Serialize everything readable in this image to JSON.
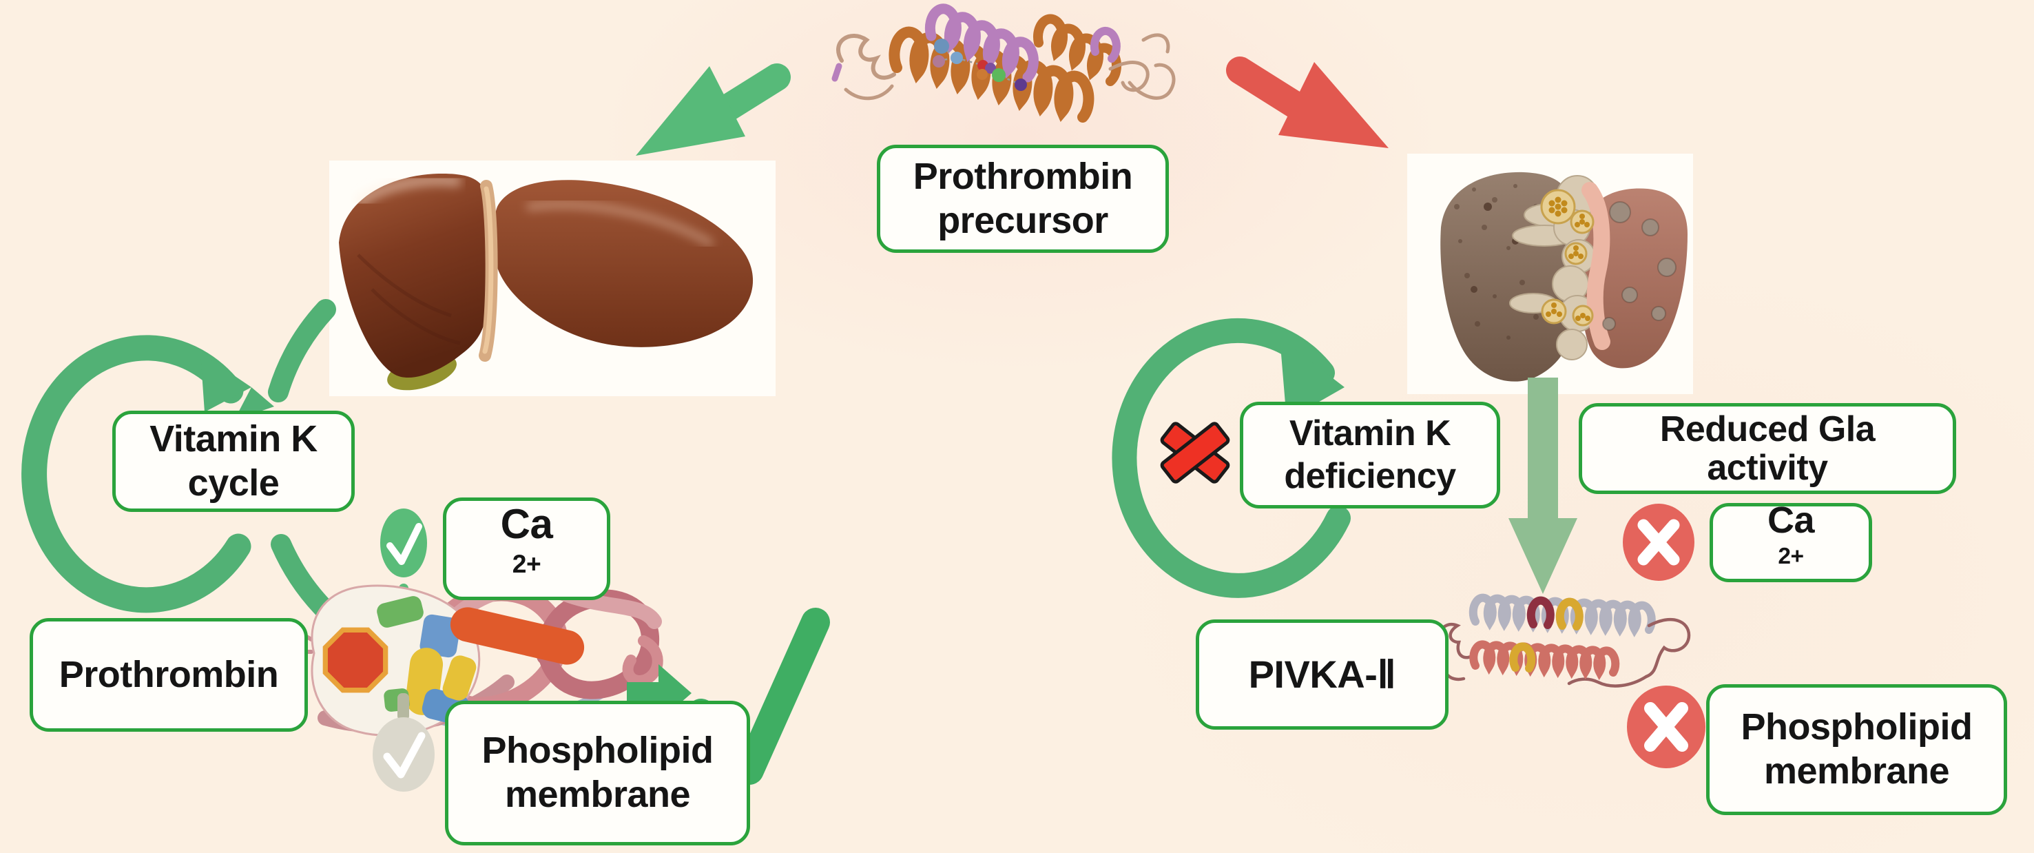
{
  "figure": {
    "kind": "vitamin-k-prothrombin-pivka-diagram",
    "background": "#fcf0e2",
    "box_border_green": "#2aa33c",
    "cycle_green": "#52b175",
    "check_green": "#3fae63",
    "arrow_green": "#57ba79",
    "arrow_red": "#e2584f",
    "badge_red": "#e4645c",
    "cross_red": "#ee3124",
    "muted_badge_gray": "#dbd8cc",
    "text_color": "#151515"
  },
  "boxes": {
    "precursor": {
      "line1": "Prothrombin",
      "line2": "precursor"
    },
    "vk_cycle": {
      "line1": "Vitamin K",
      "line2": "cycle"
    },
    "ca_left": {
      "base": "Ca",
      "sup": "2+"
    },
    "prothrombin": {
      "label": "Prothrombin"
    },
    "membrane_left": {
      "line1": "Phospholipid",
      "line2": "membrane"
    },
    "vk_deficiency": {
      "line1": "Vitamin K",
      "line2": "deficiency"
    },
    "reduced_gla": {
      "line1": "Reduced Gla",
      "line2": "activity"
    },
    "ca_right": {
      "base": "Ca",
      "sup": "2+"
    },
    "pivka": {
      "label": "PIVKA-Ⅱ"
    },
    "membrane_right": {
      "line1": "Phospholipid",
      "line2": "membrane"
    }
  },
  "icons": {
    "top_left_arrow": "green-diagonal-arrow",
    "top_right_arrow": "red-diagonal-arrow",
    "left_cycle": "green-circular-cycle-arrow",
    "left_cycle_arcs": "green-arc-segments",
    "right_cycle": "green-circular-cycle-arrow",
    "right_cycle_block": "red-cross",
    "ca_left_status": "green-check-badge",
    "membrane_left_status": "gray-check-badge",
    "left_outcome": "big-green-checkmark",
    "left_result_arrow": "small-green-right-arrow",
    "right_down_arrow": "light-green-down-arrow",
    "ca_right_status": "red-cross-badge",
    "membrane_right_status": "red-cross-badge",
    "liver_left": "healthy-liver-photo",
    "liver_right": "cirrhotic-liver-photo",
    "protein_top": "prothrombin-precursor-ribbon",
    "protein_left": "carboxylated-prothrombin-ribbon",
    "protein_right": "pivka-ii-ribbon"
  }
}
